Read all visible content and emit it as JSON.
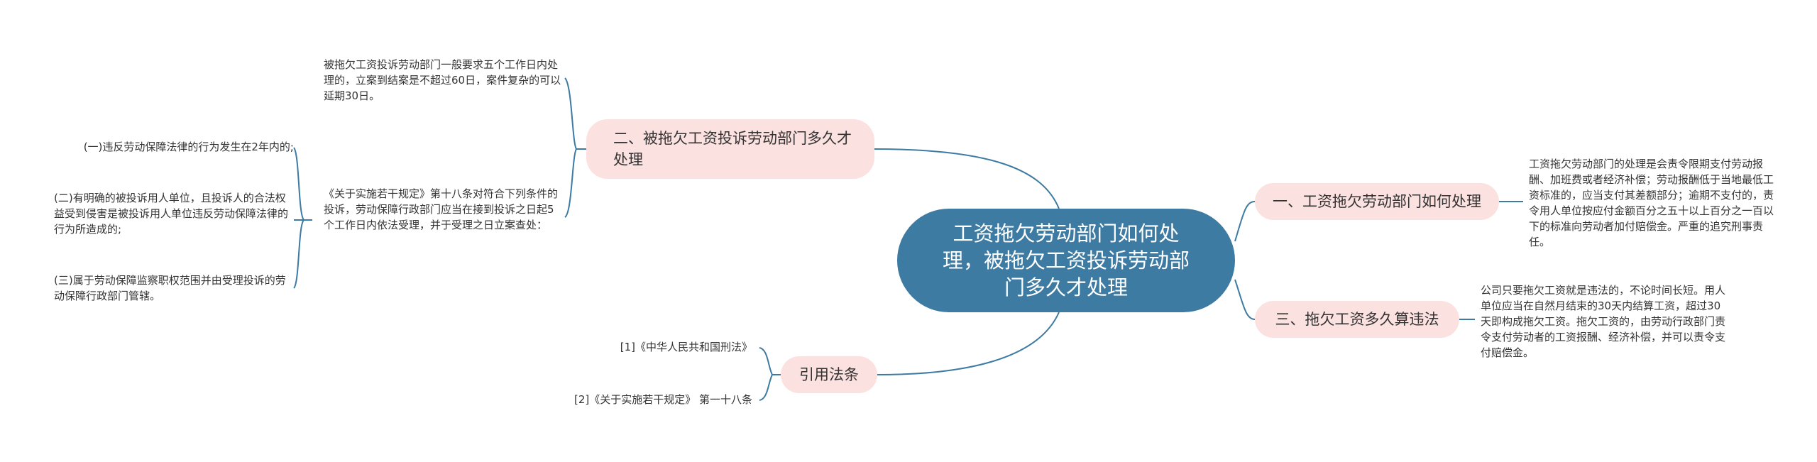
{
  "colors": {
    "central_fill": "#3d7ba3",
    "branch_fill": "#fbe1df",
    "connector": "#3d7ba3"
  },
  "central": {
    "title": "工资拖欠劳动部门如何处理，被拖欠工资投诉劳动部门多久才处理"
  },
  "branches": {
    "b1": {
      "label": "一、工资拖欠劳动部门如何处理",
      "detail": "工资拖欠劳动部门的处理是会责令限期支付劳动报酬、加班费或者经济补偿；劳动报酬低于当地最低工资标准的，应当支付其差额部分；逾期不支付的，责令用人单位按应付金额百分之五十以上百分之一百以下的标准向劳动者加付赔偿金。严重的追究刑事责任。"
    },
    "b2": {
      "label": "二、被拖欠工资投诉劳动部门多久才处理",
      "detail_top": "被拖欠工资投诉劳动部门一般要求五个工作日内处理的，立案到结案是不超过60日，案件复杂的可以延期30日。",
      "detail_mid": "《关于实施若干规定》第十八条对符合下列条件的投诉，劳动保障行政部门应当在接到投诉之日起5个工作日内依法受理，并于受理之日立案查处：",
      "conditions": [
        "(一)违反劳动保障法律的行为发生在2年内的;",
        "(二)有明确的被投诉用人单位，且投诉人的合法权益受到侵害是被投诉用人单位违反劳动保障法律的行为所造成的;",
        "(三)属于劳动保障监察职权范围并由受理投诉的劳动保障行政部门管辖。"
      ]
    },
    "b3": {
      "label": "三、拖欠工资多久算违法",
      "detail": "公司只要拖欠工资就是违法的，不论时间长短。用人单位应当在自然月结束的30天内结算工资，超过30天即构成拖欠工资。拖欠工资的，由劳动行政部门责令支付劳动者的工资报酬、经济补偿，并可以责令支付赔偿金。"
    },
    "b4": {
      "label": "引用法条",
      "refs": [
        "[1]《中华人民共和国刑法》",
        "[2]《关于实施若干规定》 第一十八条"
      ]
    }
  }
}
